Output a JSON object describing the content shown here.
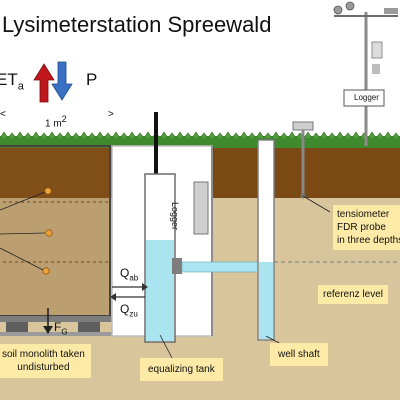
{
  "title": "Lysimeterstation Spreewald",
  "symbols": {
    "eta_base": "ET",
    "eta_sub": "a",
    "precip": "P",
    "area_prefix": "1 m",
    "area_exp": "2",
    "arrow_left": "<",
    "arrow_right": ">",
    "q_ab_base": "Q",
    "q_ab_sub": "ab",
    "q_zu_base": "Q",
    "q_zu_sub": "zu",
    "fg_base": "F",
    "fg_sub": "G"
  },
  "instrument_labels": {
    "logger_pole": "Logger",
    "logger_tank": "Logger"
  },
  "labels": {
    "tensiometer_lines": [
      "tensiometer",
      "FDR probe",
      "in three depths"
    ],
    "referenz_level": "referenz level",
    "monolith_lines": [
      "soil monolith taken",
      "undisturbed"
    ],
    "equalizing_tank": "equalizing tank",
    "well_shaft": "well shaft"
  },
  "colors": {
    "soil_dark": "#7b4a14",
    "soil_light": "#d8c59c",
    "grass": "#3f8a2e",
    "water": "#a9e4f0",
    "label_bg": "#fdeaa6",
    "arrow_up": "#c0171c",
    "arrow_down": "#3a71c4"
  }
}
